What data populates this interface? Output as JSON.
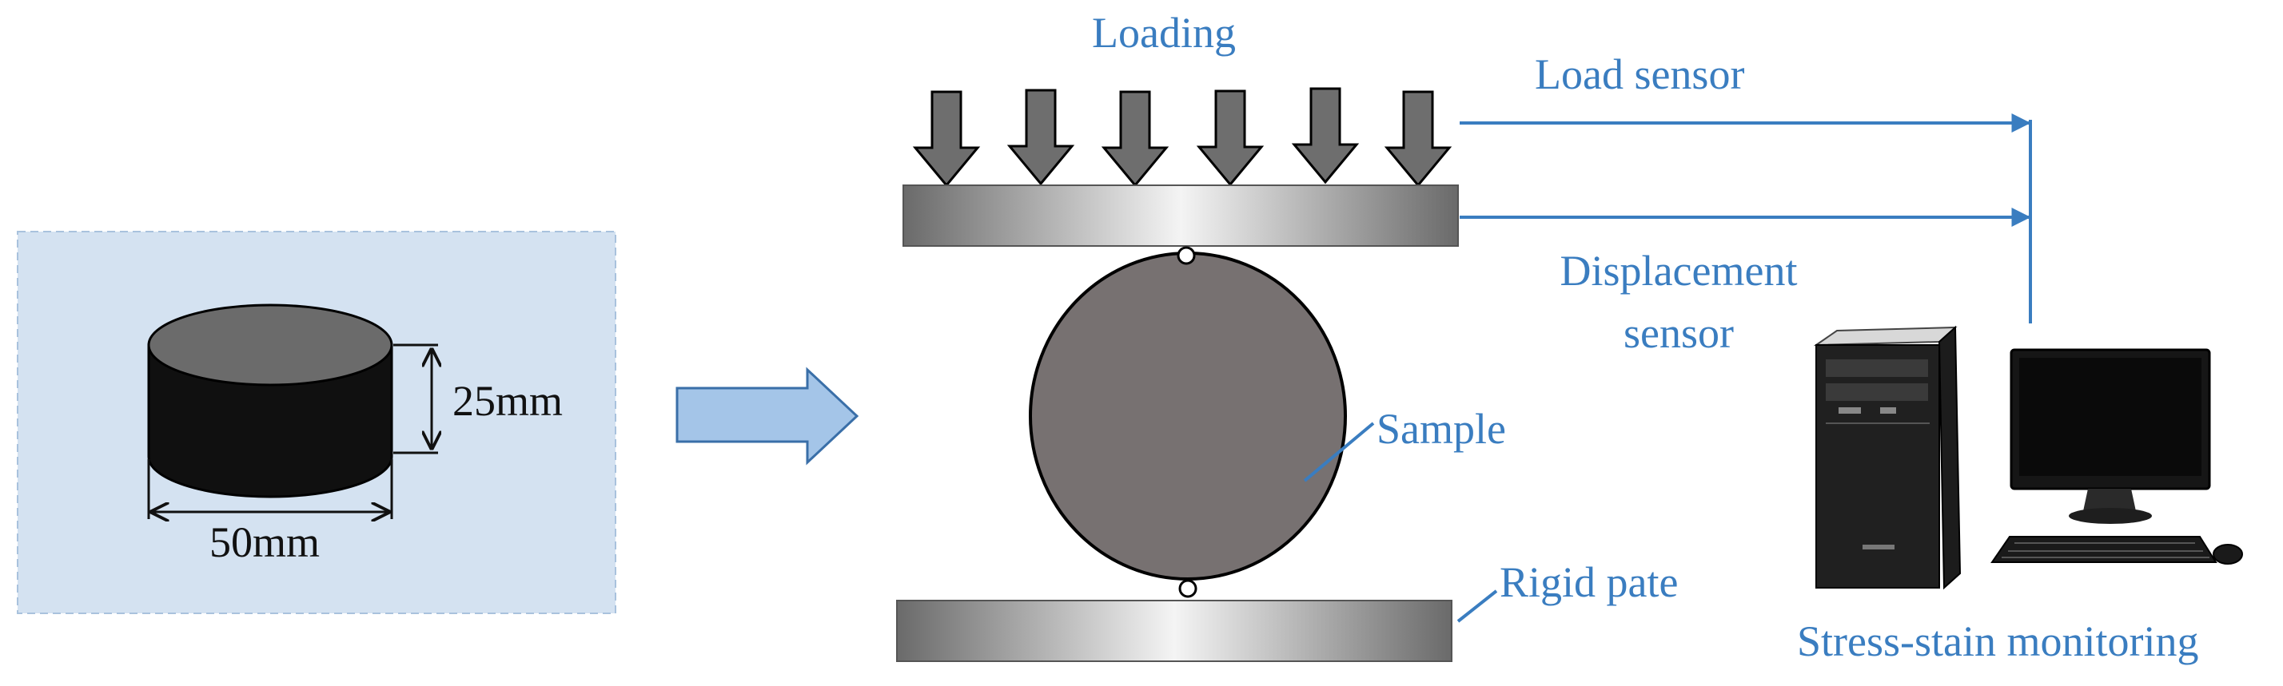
{
  "specimen": {
    "height_label": "25mm",
    "diameter_label": "50mm"
  },
  "apparatus": {
    "loading_label": "Loading",
    "load_sensor_label": "Load sensor",
    "displacement_sensor_line1": "Displacement",
    "displacement_sensor_line2": "sensor",
    "sample_label": "Sample",
    "rigid_plate_label": "Rigid pate",
    "monitoring_label": "Stress-stain monitoring"
  },
  "colors": {
    "label_blue": "#3a7dc0",
    "panel_bg": "#d4e2f1",
    "arrow_fill": "#a4c5e8",
    "sample_gray": "#777171",
    "load_arrow_gray": "#6e6e6e"
  }
}
